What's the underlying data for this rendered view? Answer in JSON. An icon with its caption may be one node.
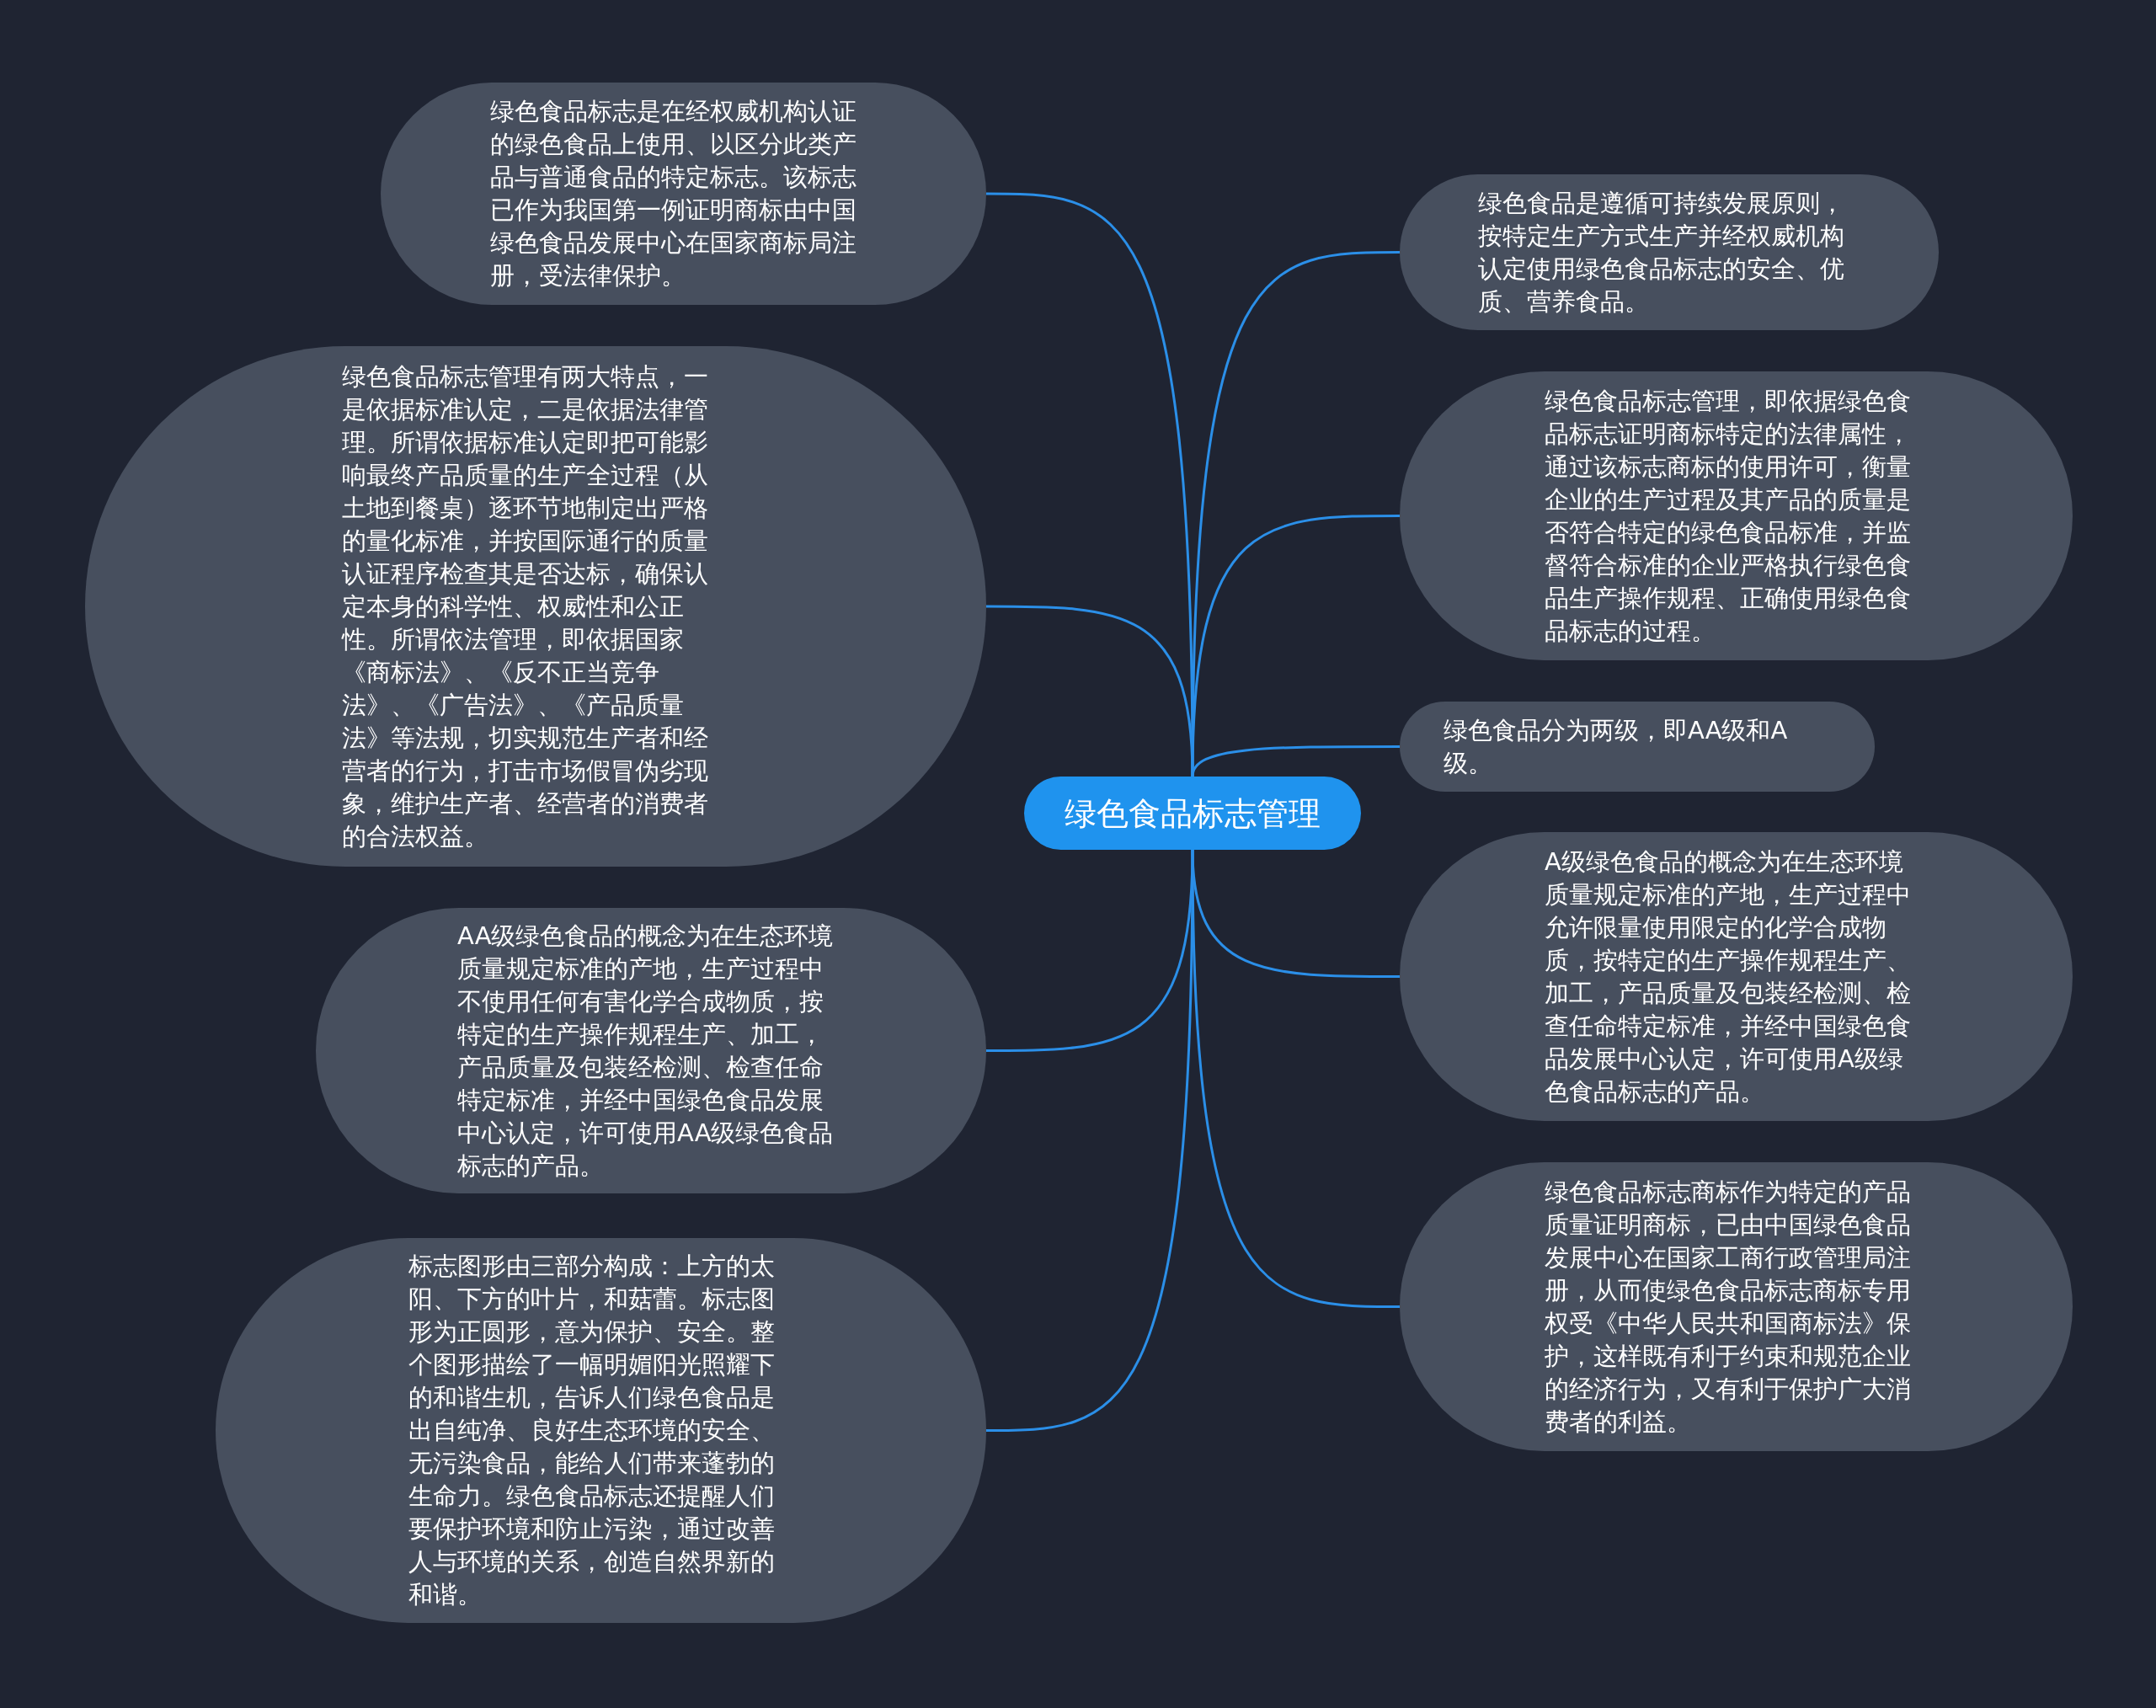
{
  "diagram": {
    "nodes": [
      {
        "text": [
          "绿色食品标志管理"
        ]
      },
      {
        "text": [
          "绿色食品标志是在经权威机构认证的绿色食品上使用、以区分此类产品与普通食品的特定标志。该标志已作为我国第一例证明商标由中国绿色食品发展中心在国家商标局注册，受法律保护。"
        ]
      },
      {
        "text": [
          "绿色食品标志管理有两大特点，一是依据标准认定，二是依据法律管理。所谓依据标准认定即把可能影响最终产品质量的生产全过程（从土地到餐桌）逐环节地制定出严格的量化标准，并按国际通行的质量认证程序检查其是否达标，确保认定本身的科学性、权威性和公正性。所谓依法管理，即依据国家《商标法》、《反不正当竞争法》、《广告法》、《产品质量法》等法规，切实规范生产者和经营者的行为，打击市场假冒伪劣现象，维护生产者、经营者的消费者的合法权益。"
        ]
      },
      {
        "text": [
          "AA级绿色食品的概念为在生态环境质量规定标准的产地，生产过程中不使用任何有害化学合成物质，按特定的生产操作规程生产、加工，产品质量及包装经检测、检查任命特定标准，并经中国绿色食品发展中心认定，许可使用AA级绿色食品标志的产品。"
        ]
      },
      {
        "text": [
          "标志图形由三部分构成：上方的太阳、下方的叶片，和菇蕾。标志图形为正圆形，意为保护、安全。整个图形描绘了一幅明媚阳光照耀下的和谐生机，告诉人们绿色食品是出自纯净、良好生态环境的安全、无污染食品，能给人们带来蓬勃的生命力。绿色食品标志还提醒人们要保护环境和防止污染，通过改善人与环境的关系，创造自然界新的和谐。"
        ]
      },
      {
        "text": [
          "绿色食品是遵循可持续发展原则，按特定生产方式生产并经权威机构认定使用绿色食品标志的安全、优质、营养食品。"
        ]
      },
      {
        "text": [
          "绿色食品标志管理，即依据绿色食品标志证明商标特定的法律属性，通过该标志商标的使用许可，衡量企业的生产过程及其产品的质量是否符合特定的绿色食品标准，并监督符合标准的企业严格执行绿色食品生产操作规程、正确使用绿色食品标志的过程。"
        ]
      },
      {
        "text": [
          "绿色食品分为两级，即AA级和A级。"
        ]
      },
      {
        "text": [
          "A级绿色食品的概念为在生态环境质量规定标准的产地，生产过程中允许限量使用限定的化学合成物质，按特定的生产操作规程生产、加工，产品质量及包装经检测、检查任命特定标准，并经中国绿色食品发展中心认定，许可使用A级绿色食品标志的产品。"
        ]
      },
      {
        "text": [
          "绿色食品标志商标作为特定的产品质量证明商标，已由中国绿色食品发展中心在国家工商行政管理局注册，从而使绿色食品标志商标专用权受《中华人民共和国商标法》保护，这样既有利于约束和规范企业的经济行为，又有利于保护广大消费者的利益。"
        ]
      }
    ],
    "edges": [
      {
        "from": 0,
        "to": 1,
        "arrow": "none"
      },
      {
        "from": 0,
        "to": 2,
        "arrow": "none"
      },
      {
        "from": 0,
        "to": 3,
        "arrow": "none"
      },
      {
        "from": 0,
        "to": 4,
        "arrow": "none"
      },
      {
        "from": 0,
        "to": 5,
        "arrow": "none"
      },
      {
        "from": 0,
        "to": 6,
        "arrow": "none"
      },
      {
        "from": 0,
        "to": 7,
        "arrow": "none"
      },
      {
        "from": 0,
        "to": 8,
        "arrow": "none"
      },
      {
        "from": 0,
        "to": 9,
        "arrow": "none"
      }
    ]
  }
}
